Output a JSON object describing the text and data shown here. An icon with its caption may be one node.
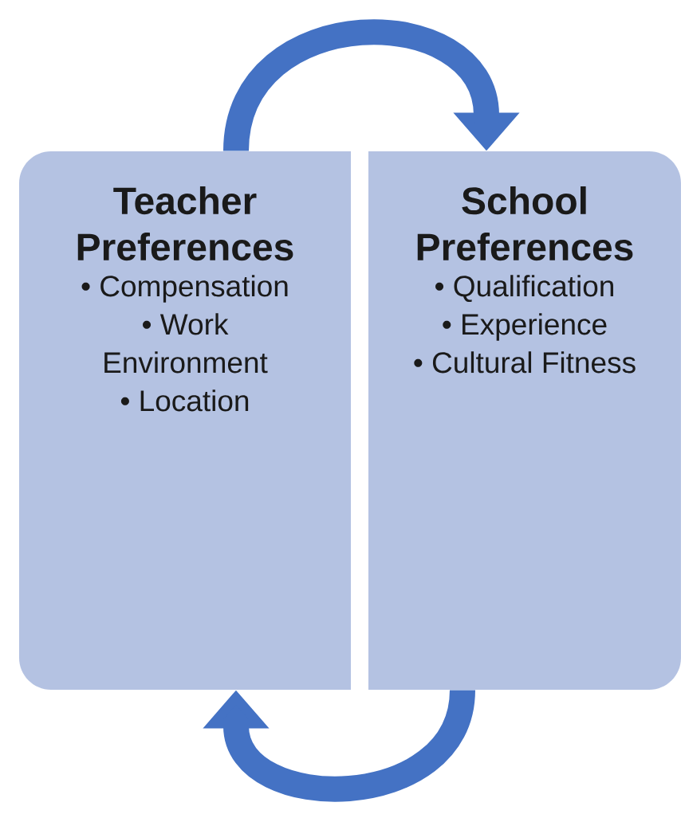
{
  "diagram": {
    "nodes": [
      {
        "text": [
          "Teacher Preferences",
          "• Compensation",
          "• Work Environment",
          "• Location"
        ]
      },
      {
        "text": [
          "School Preferences",
          "• Qualification",
          "• Experience",
          "• Cultural Fitness"
        ]
      }
    ],
    "edges": [
      {
        "from": 0,
        "to": 1,
        "arrow": "to"
      },
      {
        "from": 1,
        "to": 0,
        "arrow": "to"
      }
    ]
  }
}
